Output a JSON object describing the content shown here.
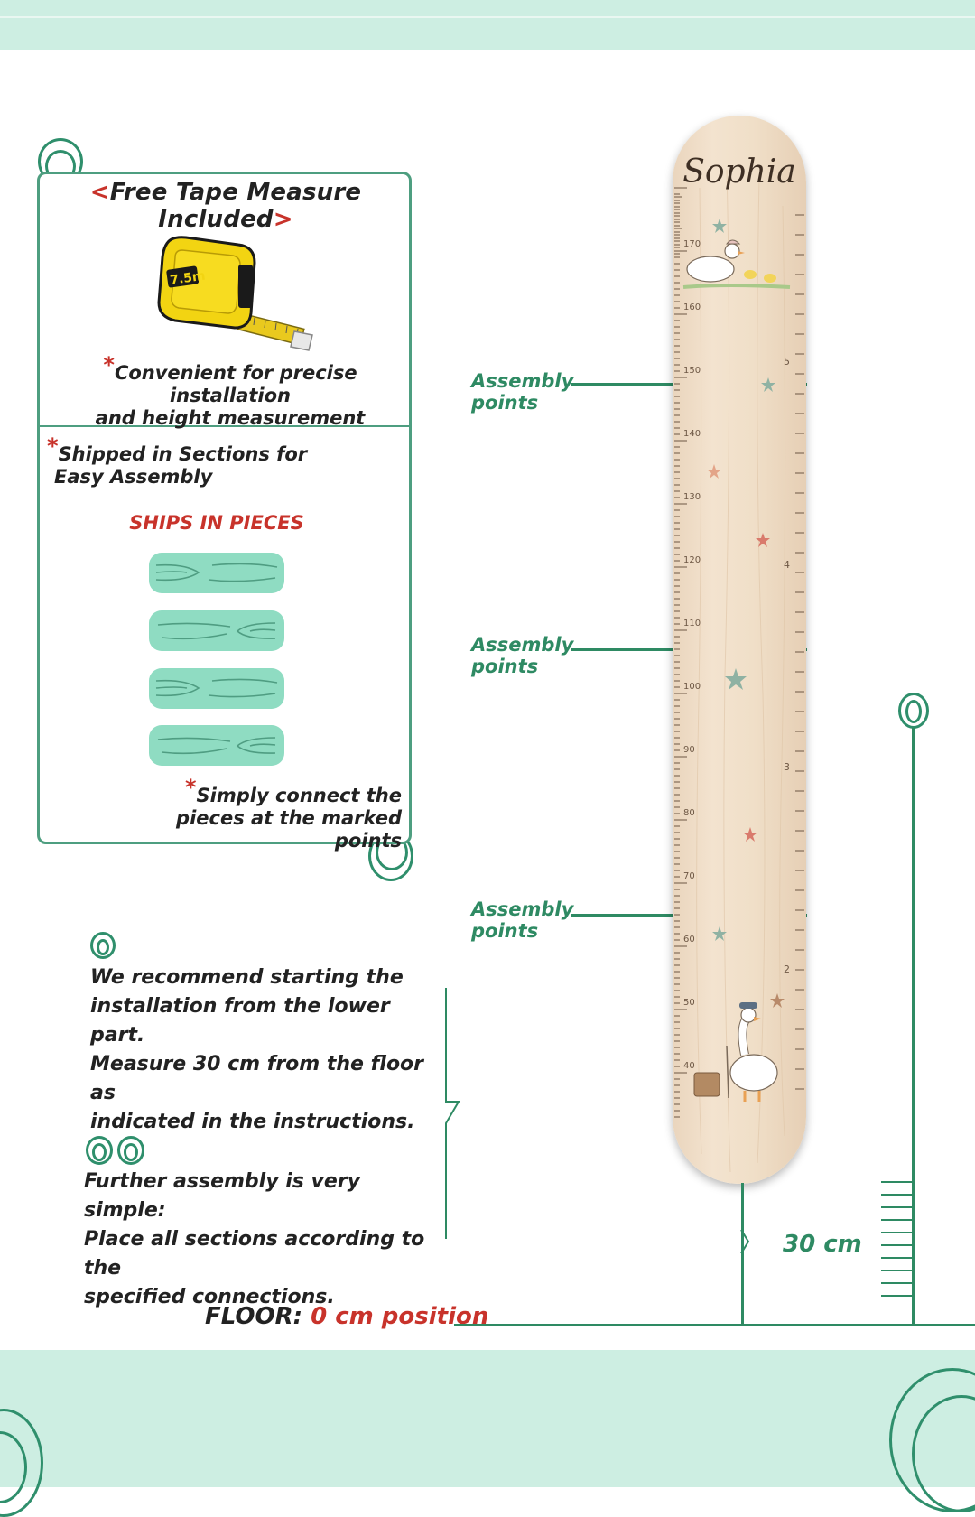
{
  "tape_box": {
    "title_open": "<",
    "title": "Free Tape Measure Included",
    "title_close": ">",
    "tape_brand": "7.5m",
    "asterisk": "*",
    "convenient_line1": "Convenient for precise installation",
    "convenient_line2": "and height measurement",
    "shipped_line1": "Shipped in Sections for",
    "shipped_line2": "Easy Assembly",
    "ships_in_pieces": "SHIPS IN PIECES",
    "simply_line1": "Simply connect the",
    "simply_line2": "pieces at the marked points"
  },
  "assembly": {
    "line1": "Assembly",
    "line2": "points"
  },
  "chart": {
    "name": "Sophia",
    "cm_marks": [
      "170",
      "160",
      "150",
      "140",
      "130",
      "120",
      "110",
      "100",
      "90",
      "80",
      "70",
      "60",
      "50",
      "40"
    ],
    "ft_marks": [
      "5",
      "4",
      "3",
      "2"
    ]
  },
  "instructions": {
    "recommend": [
      "We recommend starting the",
      "installation from the lower part.",
      "Measure 30 cm from the floor as",
      "indicated in the instructions."
    ],
    "further": [
      "Further assembly is very simple:",
      "Place all sections according to the",
      "specified connections."
    ]
  },
  "floor": {
    "label": "FLOOR:",
    "position": "0 cm position",
    "height_label": "30 cm"
  },
  "colors": {
    "accent_green": "#2e8a63",
    "mint": "#cdeee2",
    "piece_mint": "#8fdcc2",
    "red": "#c8332b",
    "wood": "#f0dfc8"
  }
}
